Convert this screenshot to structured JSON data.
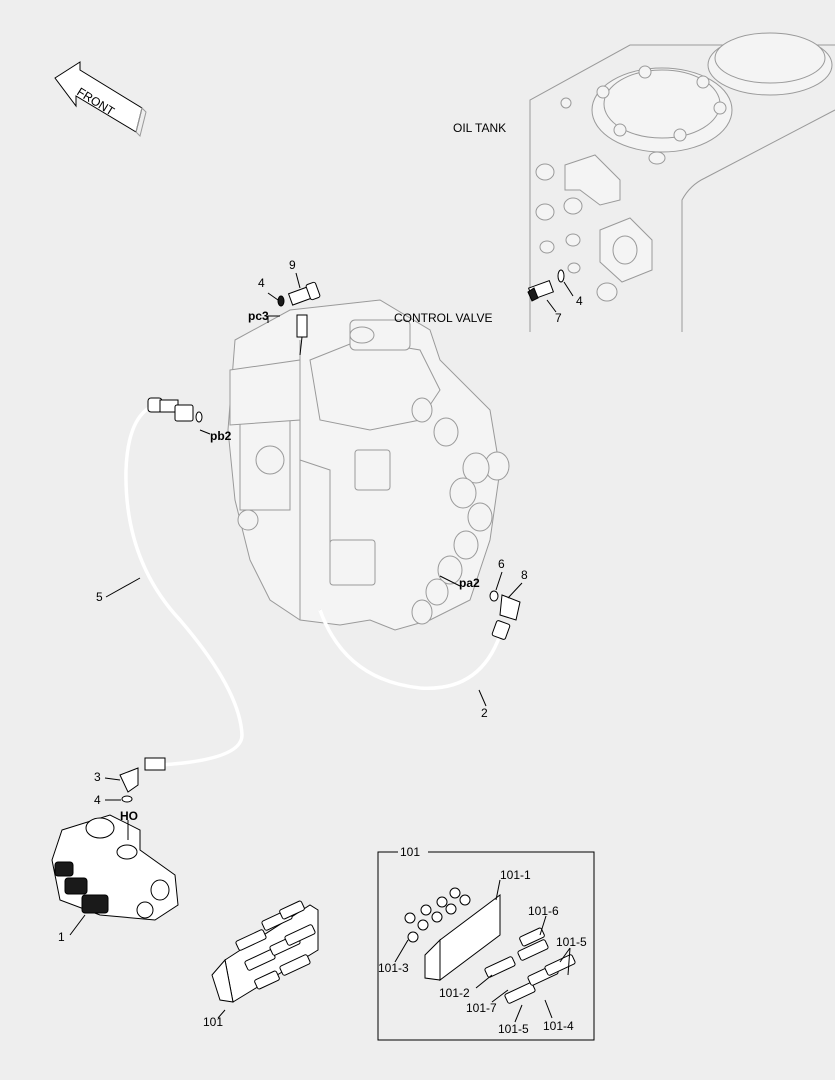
{
  "front_label": "FRONT",
  "components": {
    "oil_tank": "OIL TANK",
    "control_valve": "CONTROL VALVE"
  },
  "ports": {
    "pc3": "pc3",
    "pb2": "pb2",
    "pa2": "pa2",
    "ho": "HO"
  },
  "callouts": {
    "c1": "1",
    "c2": "2",
    "c3": "3",
    "c4_top": "4",
    "c4_tank": "4",
    "c4_ho": "4",
    "c5": "5",
    "c6": "6",
    "c7": "7",
    "c8": "8",
    "c9": "9",
    "c101_box": "101",
    "c101_bottom": "101",
    "c101_1": "101-1",
    "c101_2": "101-2",
    "c101_3": "101-3",
    "c101_4": "101-4",
    "c101_5a": "101-5",
    "c101_5b": "101-5",
    "c101_6": "101-6",
    "c101_7": "101-7"
  }
}
